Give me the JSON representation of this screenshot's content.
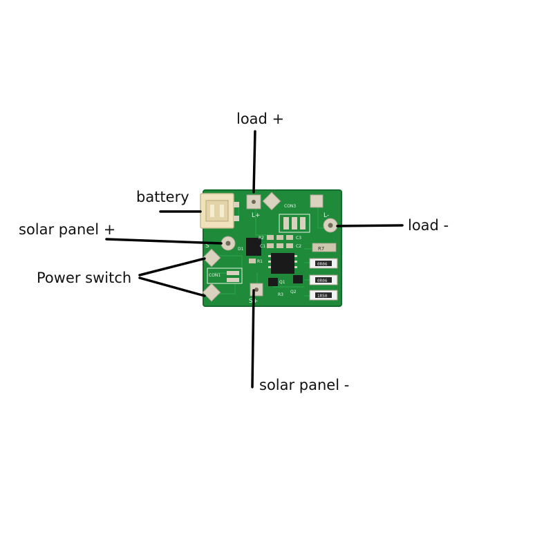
{
  "labels": {
    "load_plus": "load +",
    "battery": "battery",
    "solar_plus": "solar panel +",
    "power_switch": "Power switch",
    "load_minus": "load -",
    "solar_minus": "solar panel -"
  },
  "silkscreen": {
    "l_plus": "L+",
    "l_minus": "L-",
    "s_plus": "S+",
    "s_left": "S",
    "con3": "CON3",
    "con1": "CON1",
    "r2": "R2",
    "c3": "C3",
    "c1": "C1",
    "c2": "C2",
    "r1": "R1",
    "d1": "D1",
    "q1": "Q1",
    "q2": "Q2",
    "r3": "R3",
    "r7": "R7"
  },
  "resistor_codes": {
    "r_a": "0R06",
    "r_b": "0R06",
    "r_c": "1R50"
  },
  "colors": {
    "pcb": "#1f8a3a",
    "pcb_edge": "#156b2b",
    "pad": "#d8d2bf",
    "connector": "#efe2bd",
    "leader": "#000000",
    "chip": "#1a1a1a"
  }
}
